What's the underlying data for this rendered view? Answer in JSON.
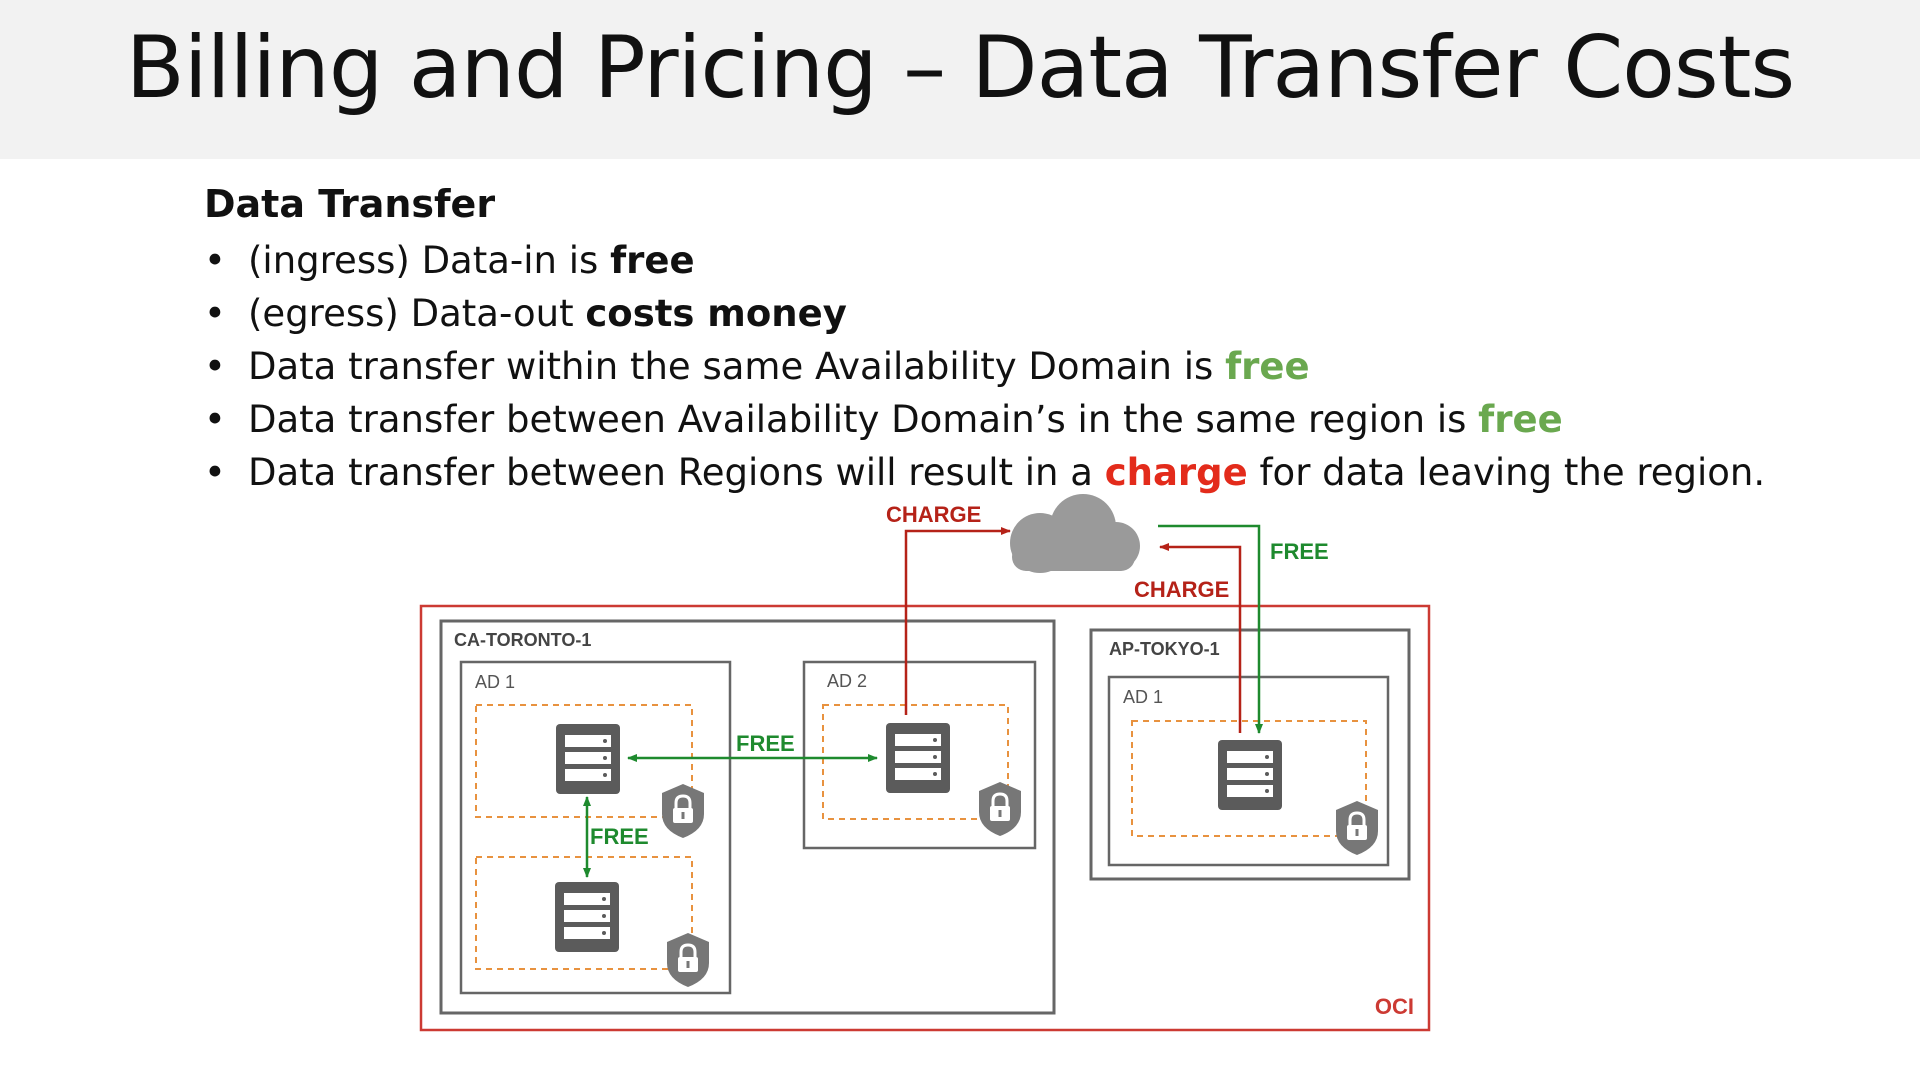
{
  "slide": {
    "title": "Billing and Pricing – Data Transfer Costs"
  },
  "content": {
    "heading": "Data Transfer",
    "bullets": [
      {
        "pre": "(ingress) Data-in is ",
        "em": "free",
        "post": ""
      },
      {
        "pre": "(egress) Data-out ",
        "em": "costs money",
        "post": ""
      },
      {
        "pre": "Data transfer within the same Availability Domain is ",
        "em": "free",
        "post": ""
      },
      {
        "pre": "Data transfer between Availability Domain’s in the same region is ",
        "em": "free",
        "post": ""
      },
      {
        "pre": "Data transfer between Regions will result in a ",
        "em": "charge",
        "post": " for data leaving the region."
      }
    ]
  },
  "diagram": {
    "oci_label": "OCI",
    "regions": [
      {
        "name": "CA-TORONTO-1",
        "ads": [
          "AD 1",
          "AD 2"
        ]
      },
      {
        "name": "AP-TOKYO-1",
        "ads": [
          "AD 1"
        ]
      }
    ],
    "labels": {
      "charge_up": "CHARGE",
      "charge_down": "CHARGE",
      "free_tokyo": "FREE",
      "free_ad": "FREE",
      "free_vertical": "FREE"
    },
    "colors": {
      "charge": "#b52218",
      "free": "#1e8a2e",
      "oci_border": "#cc3a33",
      "dashed": "#e8923f",
      "server": "#5b5b5b",
      "cloud": "#9a9a9a"
    },
    "icons": [
      "cloud-icon",
      "server-icon",
      "shield-lock-icon"
    ]
  }
}
